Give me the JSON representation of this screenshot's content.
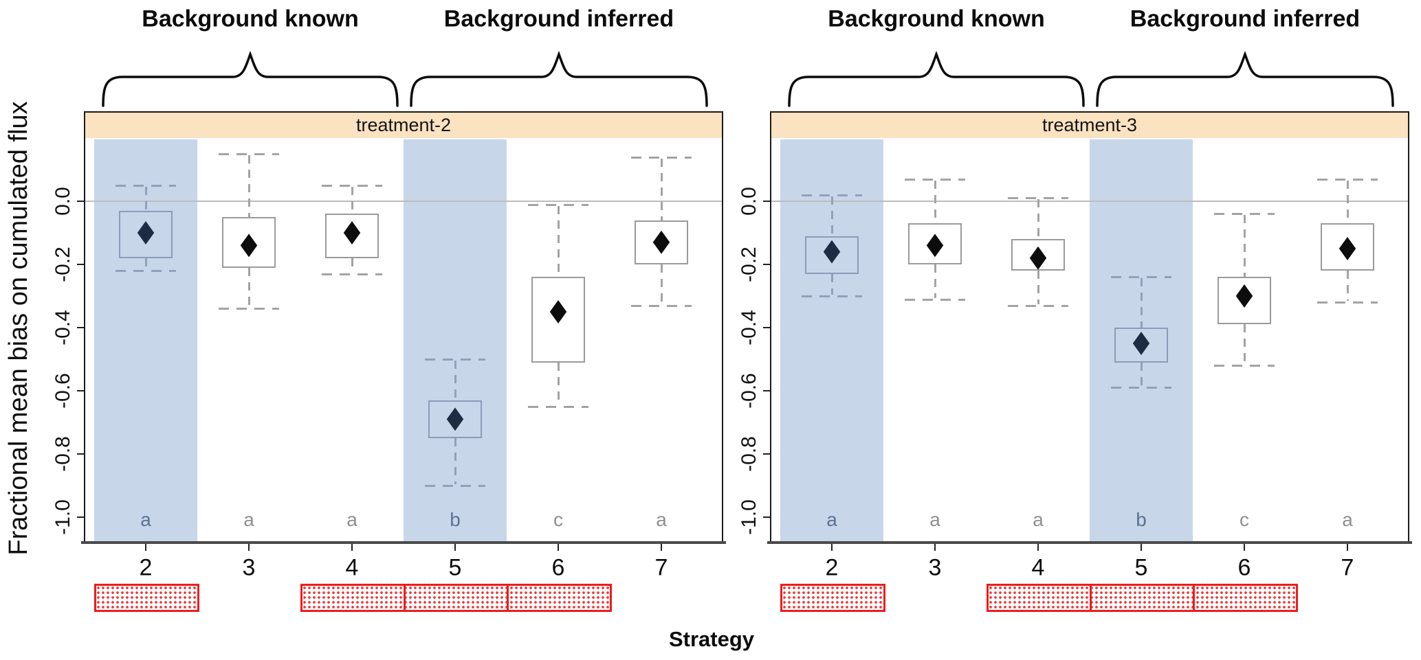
{
  "figure": {
    "y_axis_title": "Fractional mean bias on cumulated flux",
    "x_axis_title": "Strategy",
    "bracket_labels": [
      "Background known",
      "Background inferred"
    ],
    "bracket_groups": [
      [
        "2",
        "3",
        "4"
      ],
      [
        "5",
        "6",
        "7"
      ]
    ]
  },
  "chart_data": {
    "type": "boxplot",
    "orientation": "vertical",
    "categories": [
      "2",
      "3",
      "4",
      "5",
      "6",
      "7"
    ],
    "xlabel": "Strategy",
    "ylabel": "Fractional mean bias on cumulated flux",
    "y_tick_values": [
      0.0,
      -0.2,
      -0.4,
      -0.6,
      -0.8,
      -1.0
    ],
    "y_tick_labels": [
      "0.0",
      "-0.2",
      "-0.4",
      "-0.6",
      "-0.8",
      "-1.0"
    ],
    "ylim": [
      0.19,
      -1.08
    ],
    "zero_reference_line": 0.0,
    "grid": "zero line only",
    "notes": "filled diamond = mean; dashed whisker caps; letters = significance groups; blue band = highlighted strategies; red hatched bars mark strategies 2 and 4-6",
    "panels": [
      {
        "title": "treatment-2",
        "boxes": [
          {
            "strategy": "2",
            "letter": "a",
            "highlighted": true,
            "whisker_high": 0.05,
            "q3": -0.03,
            "mean": -0.1,
            "q1": -0.18,
            "whisker_low": -0.22
          },
          {
            "strategy": "3",
            "letter": "a",
            "highlighted": false,
            "whisker_high": 0.15,
            "q3": -0.05,
            "mean": -0.14,
            "q1": -0.21,
            "whisker_low": -0.34
          },
          {
            "strategy": "4",
            "letter": "a",
            "highlighted": false,
            "whisker_high": 0.05,
            "q3": -0.04,
            "mean": -0.1,
            "q1": -0.18,
            "whisker_low": -0.23
          },
          {
            "strategy": "5",
            "letter": "b",
            "highlighted": true,
            "whisker_high": -0.5,
            "q3": -0.63,
            "mean": -0.69,
            "q1": -0.75,
            "whisker_low": -0.9
          },
          {
            "strategy": "6",
            "letter": "c",
            "highlighted": false,
            "whisker_high": -0.01,
            "q3": -0.24,
            "mean": -0.35,
            "q1": -0.51,
            "whisker_low": -0.65
          },
          {
            "strategy": "7",
            "letter": "a",
            "highlighted": false,
            "whisker_high": 0.14,
            "q3": -0.06,
            "mean": -0.13,
            "q1": -0.2,
            "whisker_low": -0.33
          }
        ],
        "red_marker_spans": [
          [
            "2",
            "2"
          ],
          [
            "4",
            "6"
          ]
        ]
      },
      {
        "title": "treatment-3",
        "boxes": [
          {
            "strategy": "2",
            "letter": "a",
            "highlighted": true,
            "whisker_high": 0.02,
            "q3": -0.11,
            "mean": -0.16,
            "q1": -0.23,
            "whisker_low": -0.3
          },
          {
            "strategy": "3",
            "letter": "a",
            "highlighted": false,
            "whisker_high": 0.07,
            "q3": -0.07,
            "mean": -0.14,
            "q1": -0.2,
            "whisker_low": -0.31
          },
          {
            "strategy": "4",
            "letter": "a",
            "highlighted": false,
            "whisker_high": 0.01,
            "q3": -0.12,
            "mean": -0.18,
            "q1": -0.22,
            "whisker_low": -0.33
          },
          {
            "strategy": "5",
            "letter": "b",
            "highlighted": true,
            "whisker_high": -0.24,
            "q3": -0.4,
            "mean": -0.45,
            "q1": -0.51,
            "whisker_low": -0.59
          },
          {
            "strategy": "6",
            "letter": "c",
            "highlighted": false,
            "whisker_high": -0.04,
            "q3": -0.24,
            "mean": -0.3,
            "q1": -0.39,
            "whisker_low": -0.52
          },
          {
            "strategy": "7",
            "letter": "a",
            "highlighted": false,
            "whisker_high": 0.07,
            "q3": -0.07,
            "mean": -0.15,
            "q1": -0.22,
            "whisker_low": -0.32
          }
        ],
        "red_marker_spans": [
          [
            "2",
            "2"
          ],
          [
            "4",
            "6"
          ]
        ]
      }
    ]
  },
  "colors": {
    "strip_fill": "#fbe2c0",
    "strip_border": "#1a1a1a",
    "highlight_band": "#c8d6ea",
    "box_border": "#9a9a9a",
    "box_border_highlight": "#8a9cb6",
    "whisker": "#a3a3a3",
    "whisker_highlight": "#90a1ba",
    "diamond": "#0d0d0d",
    "diamond_highlight": "#1d2c42",
    "letter": "#8f8f8f",
    "letter_highlight": "#5d7191",
    "zero_line": "#bcbcbc",
    "red_bar_border": "#ee1c1c",
    "axis_line": "#4a4a4a",
    "tick": "#222222",
    "text": "#111111"
  }
}
